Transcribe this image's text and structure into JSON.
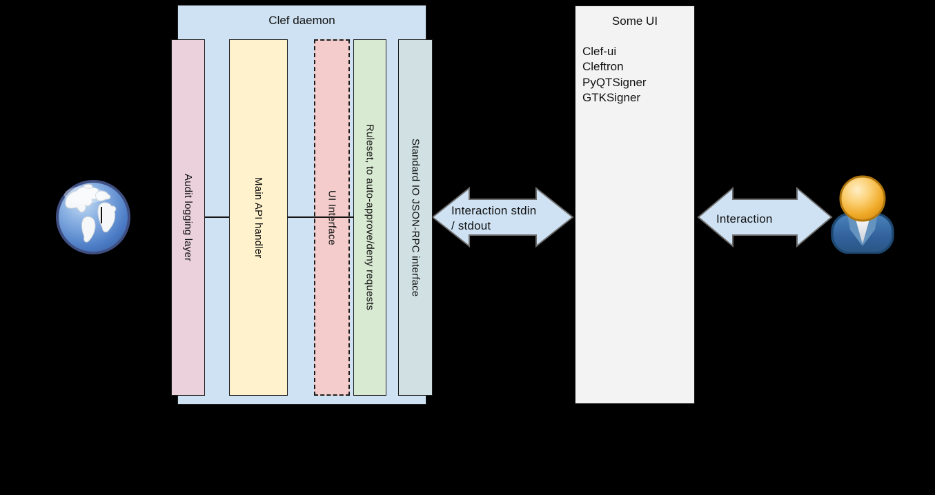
{
  "canvas": {
    "background": "#000000"
  },
  "clef_daemon": {
    "title": "Clef daemon",
    "fill": "#cfe2f3",
    "bars": [
      {
        "label": "Audit logging layer",
        "fill": "#ead1dc",
        "border_style": "solid"
      },
      {
        "label": "Main API handler",
        "fill": "#fff2cc",
        "border_style": "solid"
      },
      {
        "label": "UI Interface",
        "fill": "#f4cccc",
        "border_style": "dashed"
      },
      {
        "label": "Ruleset, to auto-approve/deny requests",
        "fill": "#d9ead3",
        "border_style": "solid"
      },
      {
        "label": "Standard IO JSON-RPC interface",
        "fill": "#d0e0e3",
        "border_style": "solid"
      }
    ]
  },
  "some_ui": {
    "title": "Some UI",
    "fill": "#f3f3f3",
    "items": [
      "Clef-ui",
      "Cleftron",
      "PyQTSigner",
      "GTKSigner"
    ]
  },
  "arrows": {
    "stdio": {
      "line1": "Interaction stdin",
      "line2": "/ stdout",
      "fill": "#cfe2f3"
    },
    "user": {
      "label": "Interaction",
      "fill": "#cfe2f3"
    }
  },
  "icons": {
    "left": "globe-icon",
    "right": "user-icon"
  }
}
